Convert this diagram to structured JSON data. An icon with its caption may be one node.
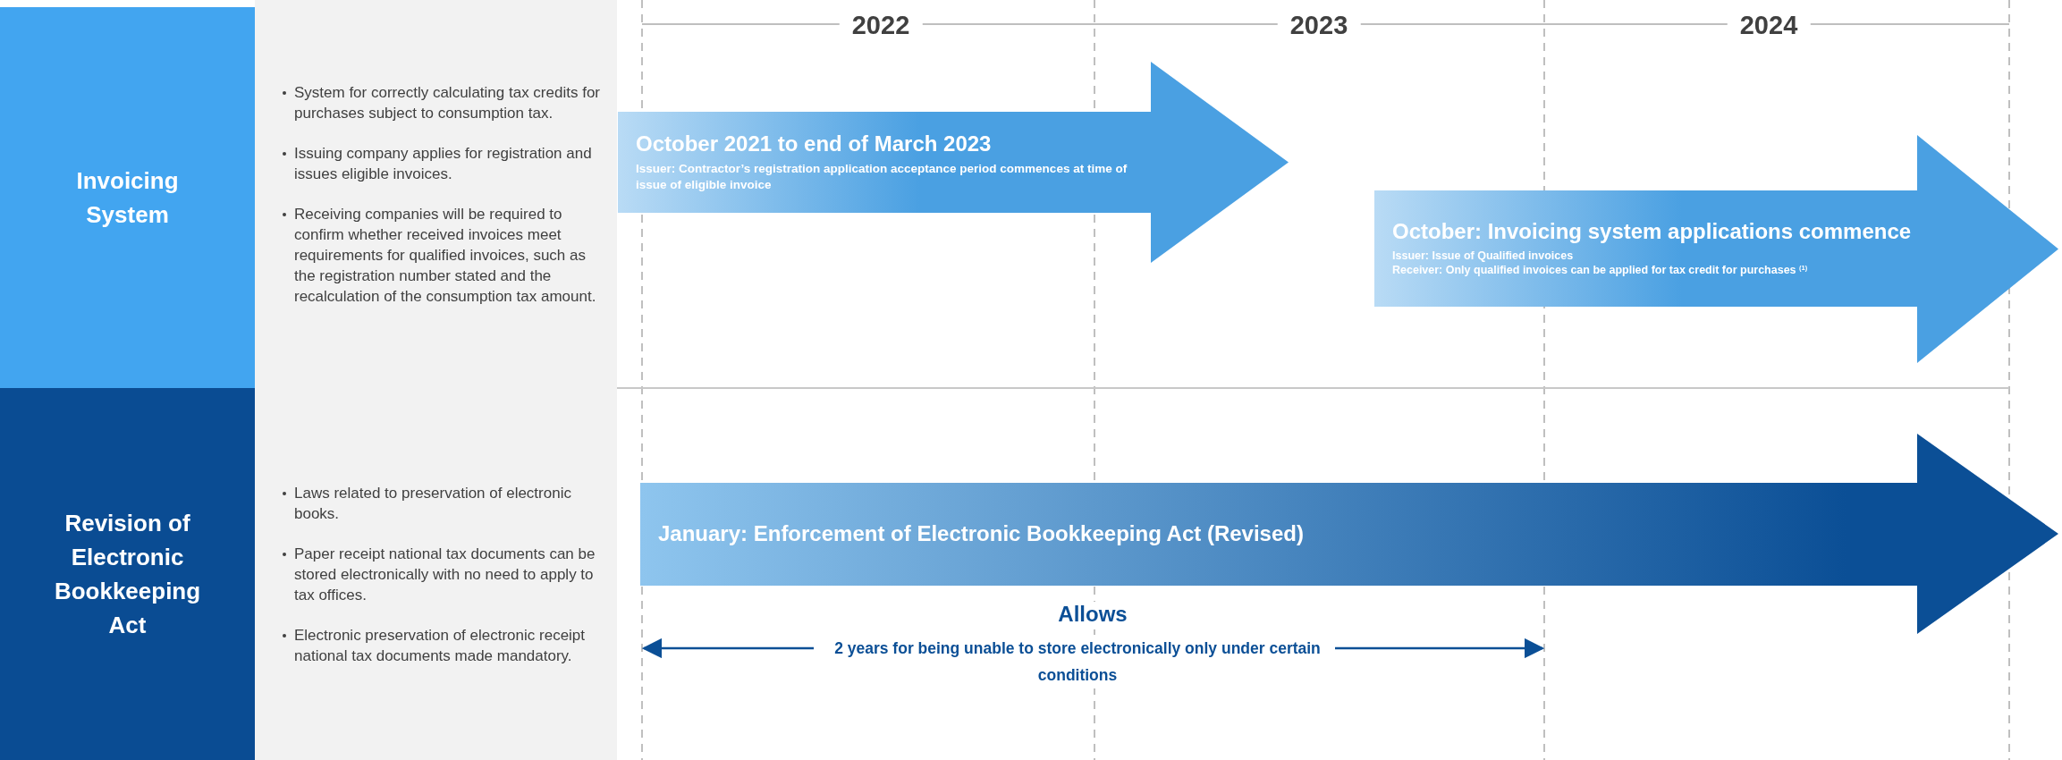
{
  "diagram": {
    "nodes": [
      {
        "text": [
          "Invoicing System"
        ]
      },
      {
        "text": [
          "System for correctly calculating tax credits for purchases subject to consumption tax.",
          "Issuing company applies for registration and issues eligible invoices.",
          "Receiving companies will be required to confirm whether received invoices meet requirements for qualified invoices, such as the registration number stated and the recalculation of the consumption tax amount."
        ]
      },
      {
        "text": [
          "October 2021 to end of March 2023",
          "Issuer: Contractor’s registration application acceptance period commences at time of issue of eligible invoice"
        ]
      },
      {
        "text": [
          "October: Invoicing system applications commence",
          "Issuer: Issue of Qualified invoices",
          "Receiver: Only qualified invoices can be applied for tax credit for purchases $^{(1)}$"
        ]
      },
      {
        "text": [
          "Revision of Electronic Bookkeeping Act"
        ]
      },
      {
        "text": [
          "Laws related to preservation of electronic books.",
          "Paper receipt national tax documents can be stored electronically with no need to apply to tax offices.",
          "Electronic preservation of electronic receipt national tax documents made mandatory."
        ]
      },
      {
        "text": [
          "January: Enforcement of Electronic Bookkeeping Act (Revised)"
        ]
      }
    ],
    "labels": [
      "2022",
      "2023",
      "2024",
      "Allows",
      "2 years for being unable to store electronically only under certain conditions"
    ]
  }
}
